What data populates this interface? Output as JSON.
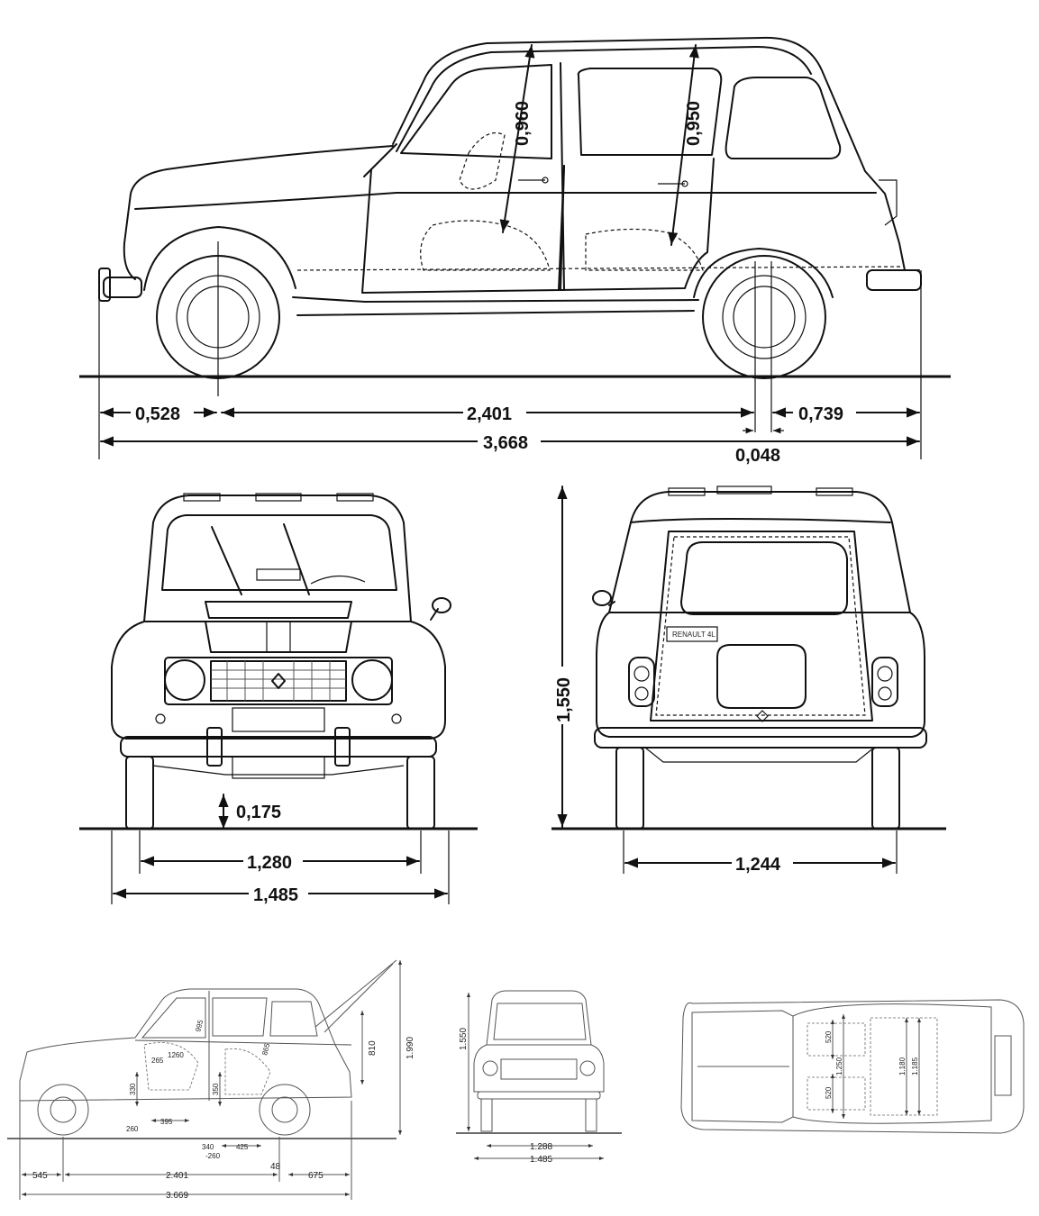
{
  "views": {
    "side": {
      "roof_height_front": "0,960",
      "roof_height_rear": "0,950",
      "front_overhang": "0,528",
      "wheelbase": "2,401",
      "rear_overhang": "0,739",
      "overall_length": "3,668",
      "wheelbase_difference": "0,048"
    },
    "front": {
      "ground_clearance": "0,175",
      "front_track": "1,280",
      "overall_width": "1,485"
    },
    "rear": {
      "overall_height": "1,550",
      "rear_track": "1,244",
      "badge": "RENAULT 4L"
    },
    "small_side": {
      "tailgate_height": "1.990",
      "interior_length": "810",
      "roof_front": "995",
      "roof_rear": "865",
      "seat_height_front": "330",
      "seat_height_rear": "350",
      "front_seat_angle": "265",
      "front_seat_pos": "1260",
      "front_seat_offset": "260",
      "front_leg": "395",
      "rear_leg": "425",
      "seat_travel": "340",
      "seat_travel_minus": "-260",
      "front_overhang": "545",
      "wheelbase": "2.401",
      "wheelbase_diff": "48",
      "rear_overhang": "675",
      "overall_length": "3.669"
    },
    "small_front": {
      "height": "1.550",
      "track": "1.288",
      "width": "1.485"
    },
    "small_top": {
      "seat_width_front": "520",
      "seat_width_rear": "520",
      "interior_width": "1.250",
      "shoulder_front": "1.180",
      "shoulder_rear": "1.185"
    }
  }
}
